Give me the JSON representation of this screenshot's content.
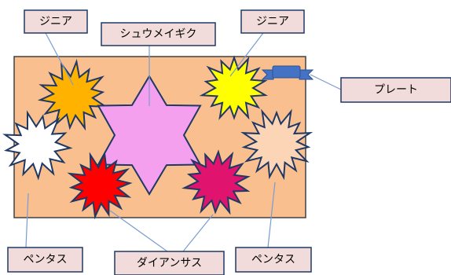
{
  "labels": {
    "zinnia_left": "ジニア",
    "shuumeigiku": "シュウメイギク",
    "zinnia_right": "ジニア",
    "plate": "プレート",
    "pentas_left": "ペンタス",
    "dianthus": "ダイアンサス",
    "pentas_right": "ペンタス"
  },
  "colors": {
    "bed_fill": "#f9bf8f",
    "bed_stroke": "#404040",
    "label_fill": "#f2dcdb",
    "label_stroke": "#1f3864",
    "leader": "#7a9cd0",
    "zinnia_orange": "#ffb300",
    "zinnia_yellow": "#ffff00",
    "shuumeigiku_pink": "#f4a0ee",
    "pentas_white": "#ffffff",
    "pentas_peach": "#fbd5b5",
    "dianthus_red": "#ff0000",
    "dianthus_crimson": "#e0146e",
    "plate_blue": "#4472c4"
  }
}
